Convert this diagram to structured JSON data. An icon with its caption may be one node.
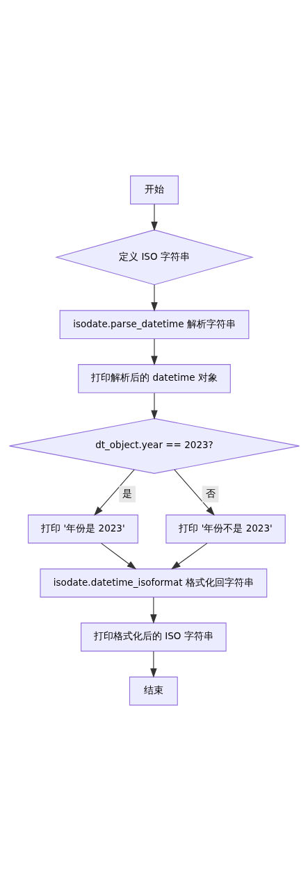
{
  "diagram": {
    "nodes": [
      {
        "text": [
          "开始"
        ]
      },
      {
        "text": [
          "定义 ISO 字符串"
        ]
      },
      {
        "text": [
          "isodate.parse_datetime 解析字符串"
        ]
      },
      {
        "text": [
          "打印解析后的 datetime 对象"
        ]
      },
      {
        "text": [
          "dt_object.year == 2023?"
        ]
      },
      {
        "text": [
          "打印 '年份是 2023'"
        ]
      },
      {
        "text": [
          "打印 '年份不是 2023'"
        ]
      },
      {
        "text": [
          "isodate.datetime_isoformat 格式化回字符串"
        ]
      },
      {
        "text": [
          "打印格式化后的 ISO 字符串"
        ]
      },
      {
        "text": [
          "结束"
        ]
      }
    ],
    "edges": [
      {
        "from": 0,
        "to": 1,
        "arrow": "to"
      },
      {
        "from": 1,
        "to": 2,
        "arrow": "to"
      },
      {
        "from": 2,
        "to": 3,
        "arrow": "to"
      },
      {
        "from": 3,
        "to": 4,
        "arrow": "to"
      },
      {
        "from": 4,
        "to": 5,
        "arrow": "to",
        "label": "是"
      },
      {
        "from": 4,
        "to": 6,
        "arrow": "to",
        "label": "否"
      },
      {
        "from": 5,
        "to": 7,
        "arrow": "to"
      },
      {
        "from": 6,
        "to": 7,
        "arrow": "to"
      },
      {
        "from": 7,
        "to": 8,
        "arrow": "to"
      },
      {
        "from": 8,
        "to": 9,
        "arrow": "to"
      }
    ]
  }
}
